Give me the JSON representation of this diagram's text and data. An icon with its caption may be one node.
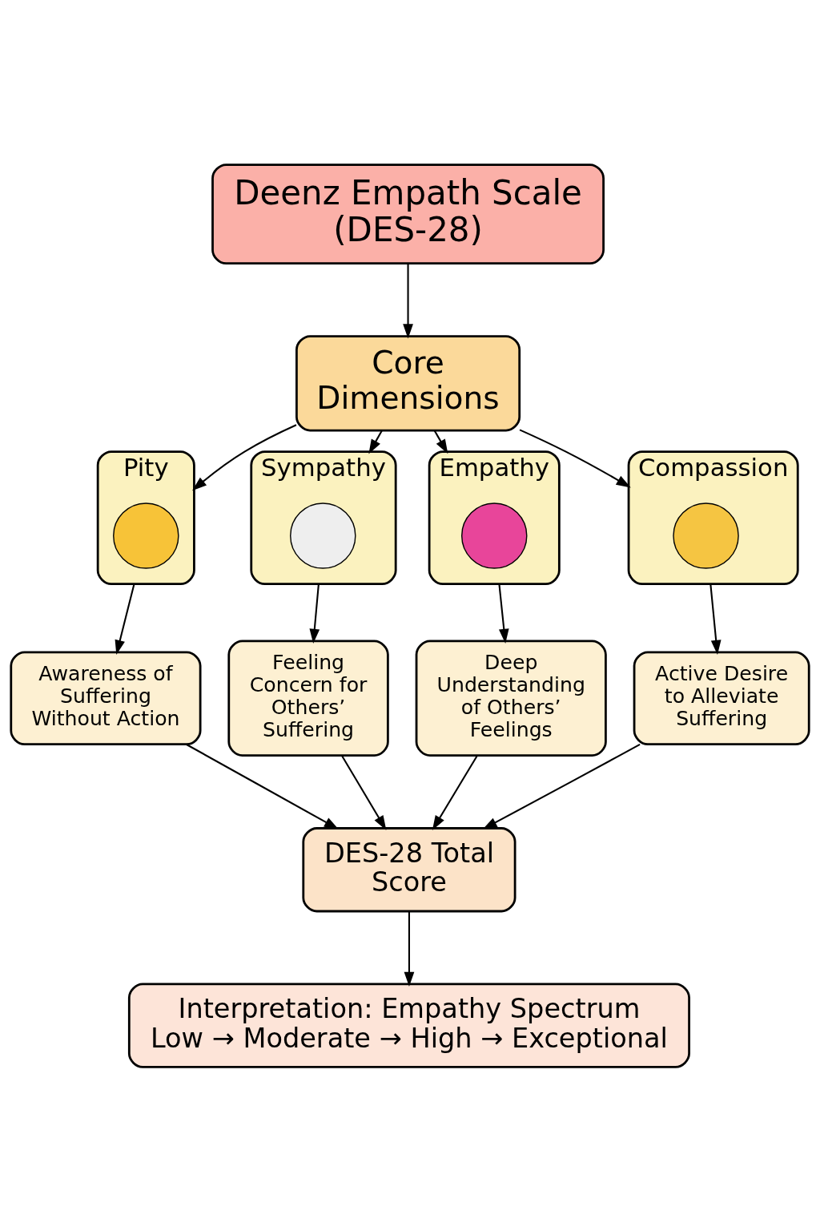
{
  "diagram": {
    "nodes": [
      {
        "text": [
          "Deenz Empath Scale (DES-28)"
        ]
      },
      {
        "text": [
          "Core Dimensions"
        ]
      },
      {
        "text": [
          "Pity"
        ]
      },
      {
        "text": [],
        "shape": "circle",
        "in": 2
      },
      {
        "text": [
          "Sympathy"
        ]
      },
      {
        "text": [],
        "shape": "circle",
        "in": 4
      },
      {
        "text": [
          "Empathy"
        ]
      },
      {
        "text": [],
        "shape": "circle",
        "in": 6
      },
      {
        "text": [
          "Compassion"
        ]
      },
      {
        "text": [],
        "shape": "circle",
        "in": 8
      },
      {
        "text": [
          "Awareness of Suffering Without Action"
        ]
      },
      {
        "text": [
          "Feeling Concern for Others’ Suffering"
        ]
      },
      {
        "text": [
          "Deep Understanding of Others’ Feelings"
        ]
      },
      {
        "text": [
          "Active Desire to Alleviate Suffering"
        ]
      },
      {
        "text": [
          "DES-28 Total Score"
        ]
      },
      {
        "text": [
          "Interpretation: Empathy Spectrum",
          "Low → Moderate → High → Exceptional"
        ]
      }
    ],
    "edges": [
      {
        "from": 0,
        "to": 1,
        "arrow": "to"
      },
      {
        "from": 1,
        "to": 2,
        "arrow": "to"
      },
      {
        "from": 1,
        "to": 4,
        "arrow": "to"
      },
      {
        "from": 1,
        "to": 6,
        "arrow": "to"
      },
      {
        "from": 1,
        "to": 8,
        "arrow": "to"
      },
      {
        "from": 2,
        "to": 10,
        "arrow": "to"
      },
      {
        "from": 4,
        "to": 11,
        "arrow": "to"
      },
      {
        "from": 6,
        "to": 12,
        "arrow": "to"
      },
      {
        "from": 8,
        "to": 13,
        "arrow": "to"
      },
      {
        "from": 10,
        "to": 14,
        "arrow": "to"
      },
      {
        "from": 11,
        "to": 14,
        "arrow": "to"
      },
      {
        "from": 12,
        "to": 14,
        "arrow": "to"
      },
      {
        "from": 13,
        "to": 14,
        "arrow": "to"
      },
      {
        "from": 14,
        "to": 15,
        "arrow": "to"
      }
    ]
  }
}
